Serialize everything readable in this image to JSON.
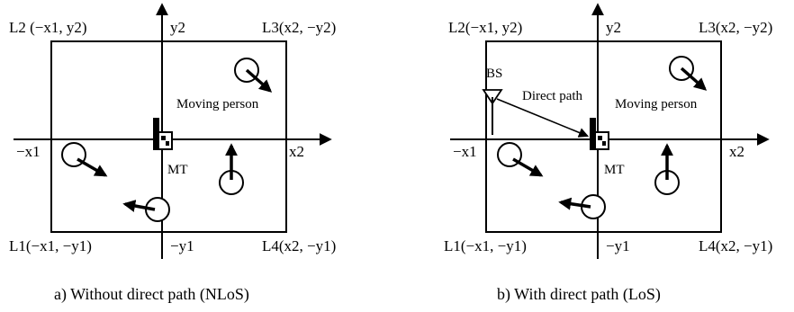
{
  "panels": [
    {
      "corner_l2": "L2 (−x1, y2)",
      "corner_l3": "L3(x2, −y2)",
      "corner_l1": "L1(−x1, −y1)",
      "corner_l4": "L4(x2, −y1)",
      "axis_y_top": "y2",
      "axis_y_bottom": "−y1",
      "axis_x_left": "−x1",
      "axis_x_right": "x2",
      "moving_person": "Moving person",
      "mt": "MT",
      "caption": "a) Without direct path (NLoS)"
    },
    {
      "corner_l2": "L2(−x1, y2)",
      "corner_l3": "L3(x2, −y2)",
      "corner_l1": "L1(−x1, −y1)",
      "corner_l4": "L4(x2, −y1)",
      "axis_y_top": "y2",
      "axis_y_bottom": "−y1",
      "axis_x_left": "−x1",
      "axis_x_right": "x2",
      "moving_person": "Moving person",
      "mt": "MT",
      "bs": "BS",
      "direct_path": "Direct path",
      "caption": "b) With direct path (LoS)"
    }
  ]
}
